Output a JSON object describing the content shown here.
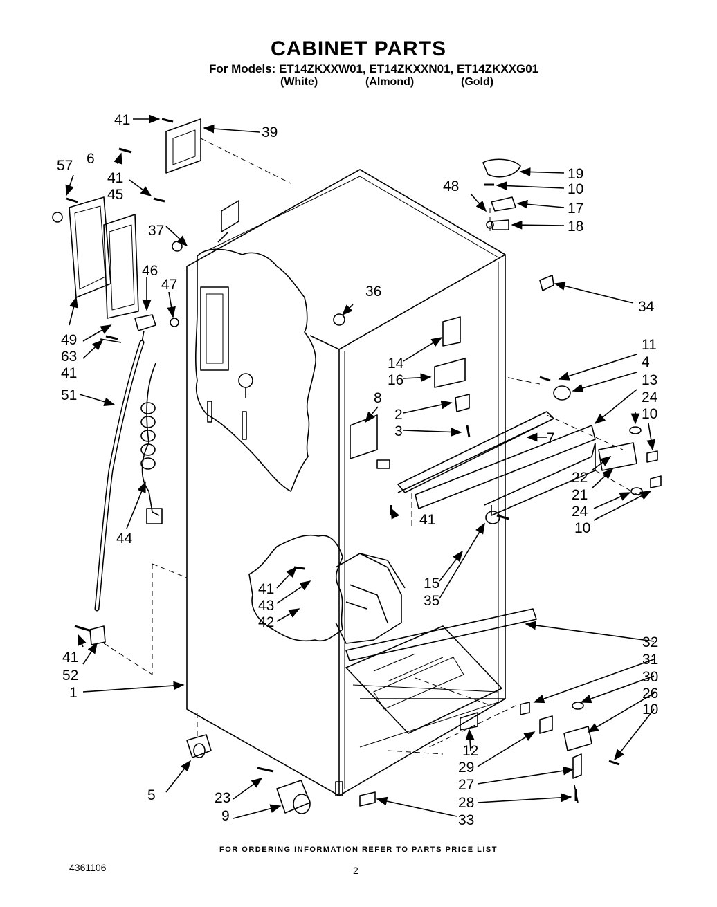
{
  "header": {
    "title": "CABINET PARTS",
    "models_line": "For Models: ET14ZKXXW01, ET14ZKXXN01, ET14ZKXXG01",
    "colors": [
      "(White)",
      "(Almond)",
      "(Gold)"
    ]
  },
  "callouts": [
    {
      "id": "c41a",
      "label": "41"
    },
    {
      "id": "c39",
      "label": "39"
    },
    {
      "id": "c57",
      "label": "57"
    },
    {
      "id": "c6",
      "label": "6"
    },
    {
      "id": "c41b",
      "label": "41"
    },
    {
      "id": "c45",
      "label": "45"
    },
    {
      "id": "c37",
      "label": "37"
    },
    {
      "id": "c46",
      "label": "46"
    },
    {
      "id": "c47",
      "label": "47"
    },
    {
      "id": "c49",
      "label": "49"
    },
    {
      "id": "c63",
      "label": "63"
    },
    {
      "id": "c41c",
      "label": "41"
    },
    {
      "id": "c51",
      "label": "51"
    },
    {
      "id": "c44",
      "label": "44"
    },
    {
      "id": "c41d",
      "label": "41"
    },
    {
      "id": "c52",
      "label": "52"
    },
    {
      "id": "c1",
      "label": "1"
    },
    {
      "id": "c5",
      "label": "5"
    },
    {
      "id": "c23",
      "label": "23"
    },
    {
      "id": "c9",
      "label": "9"
    },
    {
      "id": "c19",
      "label": "19"
    },
    {
      "id": "c10a",
      "label": "10"
    },
    {
      "id": "c48",
      "label": "48"
    },
    {
      "id": "c17",
      "label": "17"
    },
    {
      "id": "c18",
      "label": "18"
    },
    {
      "id": "c34",
      "label": "34"
    },
    {
      "id": "c36",
      "label": "36"
    },
    {
      "id": "c14",
      "label": "14"
    },
    {
      "id": "c16",
      "label": "16"
    },
    {
      "id": "c8",
      "label": "8"
    },
    {
      "id": "c2",
      "label": "2"
    },
    {
      "id": "c3",
      "label": "3"
    },
    {
      "id": "c7",
      "label": "7"
    },
    {
      "id": "c11",
      "label": "11"
    },
    {
      "id": "c4",
      "label": "4"
    },
    {
      "id": "c13",
      "label": "13"
    },
    {
      "id": "c24a",
      "label": "24"
    },
    {
      "id": "c10b",
      "label": "10"
    },
    {
      "id": "c22",
      "label": "22"
    },
    {
      "id": "c21",
      "label": "21"
    },
    {
      "id": "c24b",
      "label": "24"
    },
    {
      "id": "c10c",
      "label": "10"
    },
    {
      "id": "c41e",
      "label": "41"
    },
    {
      "id": "c15",
      "label": "15"
    },
    {
      "id": "c35",
      "label": "35"
    },
    {
      "id": "c41f",
      "label": "41"
    },
    {
      "id": "c43",
      "label": "43"
    },
    {
      "id": "c42",
      "label": "42"
    },
    {
      "id": "c32",
      "label": "32"
    },
    {
      "id": "c31",
      "label": "31"
    },
    {
      "id": "c30",
      "label": "30"
    },
    {
      "id": "c26",
      "label": "26"
    },
    {
      "id": "c10d",
      "label": "10"
    },
    {
      "id": "c12",
      "label": "12"
    },
    {
      "id": "c29",
      "label": "29"
    },
    {
      "id": "c27",
      "label": "27"
    },
    {
      "id": "c28",
      "label": "28"
    },
    {
      "id": "c33",
      "label": "33"
    }
  ],
  "footer": {
    "ordering_note": "FOR ORDERING INFORMATION REFER TO PARTS PRICE LIST",
    "document_number": "4361106",
    "page_number": "2"
  }
}
